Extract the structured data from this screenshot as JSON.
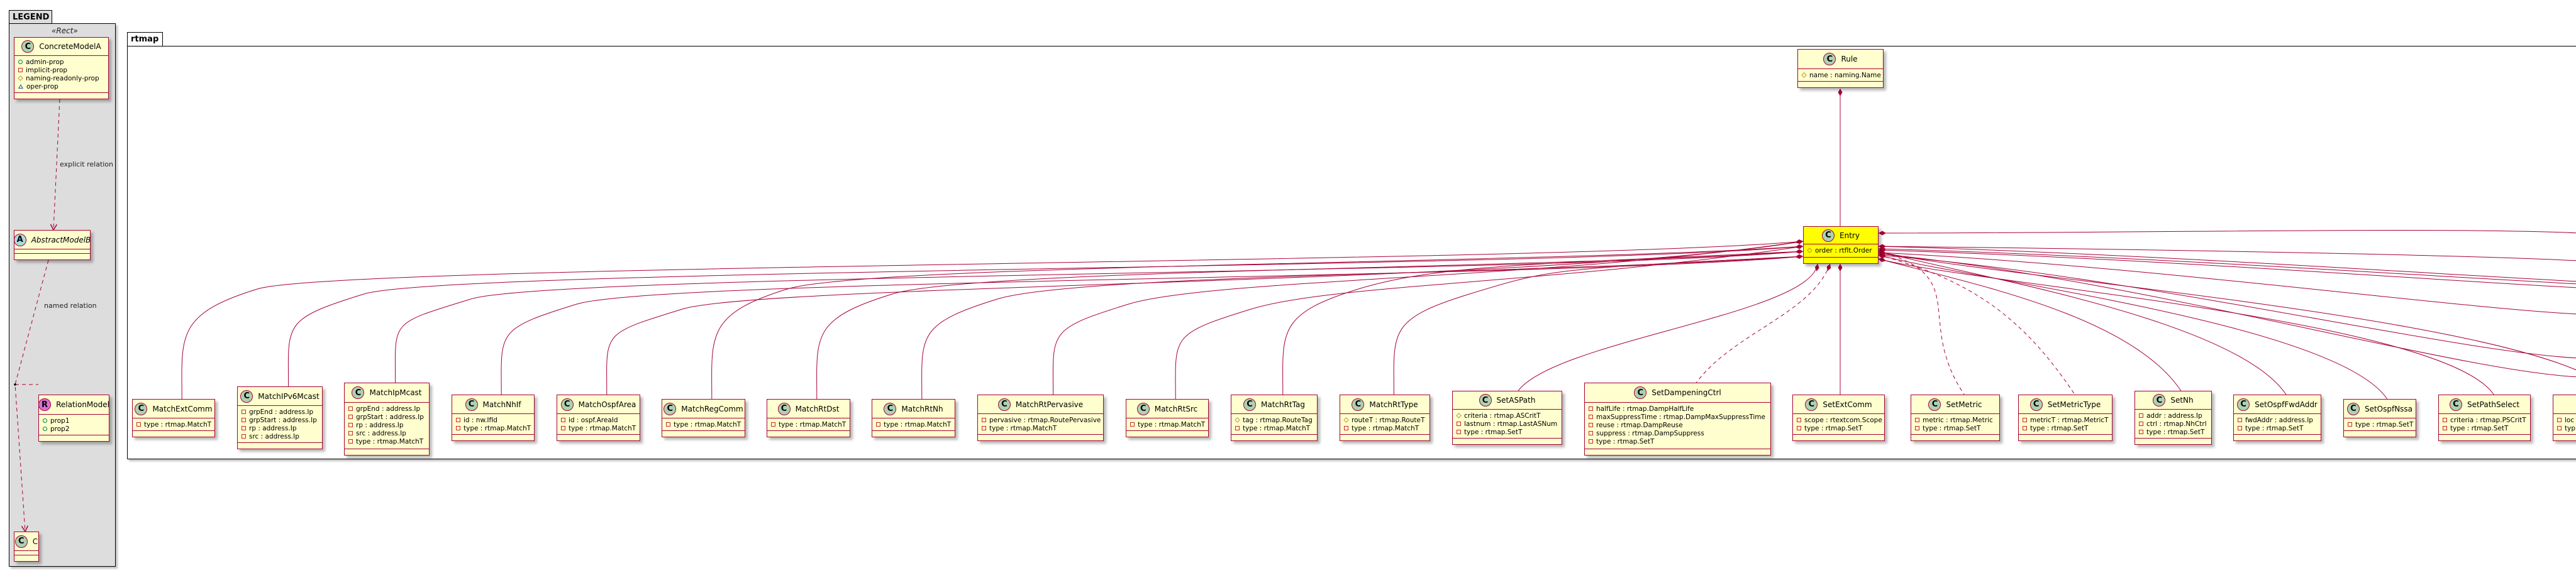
{
  "legend": {
    "package_label": "LEGEND",
    "stereotype": "«Rect»",
    "concrete_model": {
      "name": "ConcreteModelA",
      "kind": "C",
      "attrs": [
        {
          "vis": "circle",
          "text": "admin-prop"
        },
        {
          "vis": "square",
          "text": "implicit-prop"
        },
        {
          "vis": "diamond",
          "text": "naming-readonly-prop"
        },
        {
          "vis": "triangle",
          "text": "oper-prop"
        }
      ]
    },
    "abstract_model": {
      "name": "AbstractModelB",
      "kind": "A"
    },
    "relation_model": {
      "name": "RelationModel",
      "kind": "R",
      "attrs": [
        {
          "vis": "circle",
          "text": "prop1"
        },
        {
          "vis": "circle",
          "text": "prop2"
        }
      ]
    },
    "c_model": {
      "name": "C",
      "kind": "C"
    },
    "explicit_relation_label": "explicit relation",
    "named_relation_label": "named relation"
  },
  "rtmap": {
    "package_label": "rtmap",
    "rule": {
      "name": "Rule",
      "kind": "C",
      "attrs": [
        {
          "vis": "diamond",
          "text": "name : naming.Name"
        }
      ]
    },
    "entry": {
      "name": "Entry",
      "kind": "C",
      "highlight": "#FFFF00",
      "attrs": [
        {
          "vis": "diamond",
          "text": "order : rtflt.Order"
        }
      ]
    },
    "classes": [
      {
        "name": "MatchExtComm",
        "attrs": [
          {
            "vis": "square",
            "text": "type : rtmap.MatchT"
          }
        ]
      },
      {
        "name": "MatchIPv6Mcast",
        "attrs": [
          {
            "vis": "square",
            "text": "grpEnd : address.Ip"
          },
          {
            "vis": "square",
            "text": "grpStart : address.Ip"
          },
          {
            "vis": "square",
            "text": "rp : address.Ip"
          },
          {
            "vis": "square",
            "text": "src : address.Ip"
          }
        ]
      },
      {
        "name": "MatchIpMcast",
        "attrs": [
          {
            "vis": "square",
            "text": "grpEnd : address.Ip"
          },
          {
            "vis": "square",
            "text": "grpStart : address.Ip"
          },
          {
            "vis": "square",
            "text": "rp : address.Ip"
          },
          {
            "vis": "square",
            "text": "src : address.Ip"
          },
          {
            "vis": "square",
            "text": "type : rtmap.MatchT"
          }
        ]
      },
      {
        "name": "MatchNhIf",
        "attrs": [
          {
            "vis": "square",
            "text": "id : nw.IfId"
          },
          {
            "vis": "square",
            "text": "type : rtmap.MatchT"
          }
        ]
      },
      {
        "name": "MatchOspfArea",
        "attrs": [
          {
            "vis": "square",
            "text": "id : ospf.AreaId"
          },
          {
            "vis": "square",
            "text": "type : rtmap.MatchT"
          }
        ]
      },
      {
        "name": "MatchRegComm",
        "attrs": [
          {
            "vis": "square",
            "text": "type : rtmap.MatchT"
          }
        ]
      },
      {
        "name": "MatchRtDst",
        "attrs": [
          {
            "vis": "square",
            "text": "type : rtmap.MatchT"
          }
        ]
      },
      {
        "name": "MatchRtNh",
        "attrs": [
          {
            "vis": "square",
            "text": "type : rtmap.MatchT"
          }
        ]
      },
      {
        "name": "MatchRtPervasive",
        "attrs": [
          {
            "vis": "square",
            "text": "pervasive : rtmap.RoutePervasive"
          },
          {
            "vis": "square",
            "text": "type : rtmap.MatchT"
          }
        ]
      },
      {
        "name": "MatchRtSrc",
        "attrs": [
          {
            "vis": "square",
            "text": "type : rtmap.MatchT"
          }
        ]
      },
      {
        "name": "MatchRtTag",
        "attrs": [
          {
            "vis": "diamond",
            "text": "tag : rtmap.RouteTag"
          },
          {
            "vis": "square",
            "text": "type : rtmap.MatchT"
          }
        ]
      },
      {
        "name": "MatchRtType",
        "attrs": [
          {
            "vis": "diamond",
            "text": "routeT : rtmap.RouteT"
          },
          {
            "vis": "square",
            "text": "type : rtmap.MatchT"
          }
        ]
      },
      {
        "name": "SetASPath",
        "attrs": [
          {
            "vis": "diamond",
            "text": "criteria : rtmap.ASCritT"
          },
          {
            "vis": "square",
            "text": "lastnum : rtmap.LastASNum"
          },
          {
            "vis": "square",
            "text": "type : rtmap.SetT"
          }
        ]
      },
      {
        "name": "SetDampeningCtrl",
        "attrs": [
          {
            "vis": "square",
            "text": "halfLife : rtmap.DampHalfLife"
          },
          {
            "vis": "square",
            "text": "maxSuppressTime : rtmap.DampMaxSuppressTime"
          },
          {
            "vis": "square",
            "text": "reuse : rtmap.DampReuse"
          },
          {
            "vis": "square",
            "text": "suppress : rtmap.DampSuppress"
          },
          {
            "vis": "square",
            "text": "type : rtmap.SetT"
          }
        ]
      },
      {
        "name": "SetExtComm",
        "attrs": [
          {
            "vis": "square",
            "text": "scope : rtextcom.Scope"
          },
          {
            "vis": "square",
            "text": "type : rtmap.SetT"
          }
        ]
      },
      {
        "name": "SetMetric",
        "attrs": [
          {
            "vis": "square",
            "text": "metric : rtmap.Metric"
          },
          {
            "vis": "square",
            "text": "type : rtmap.SetT"
          }
        ]
      },
      {
        "name": "SetMetricType",
        "attrs": [
          {
            "vis": "square",
            "text": "metricT : rtmap.MetricT"
          },
          {
            "vis": "square",
            "text": "type : rtmap.SetT"
          }
        ]
      },
      {
        "name": "SetNh",
        "attrs": [
          {
            "vis": "square",
            "text": "addr : address.Ip"
          },
          {
            "vis": "square",
            "text": "ctrl : rtmap.NhCtrl"
          },
          {
            "vis": "square",
            "text": "type : rtmap.SetT"
          }
        ]
      },
      {
        "name": "SetOspfFwdAddr",
        "attrs": [
          {
            "vis": "square",
            "text": "fwdAddr : address.Ip"
          },
          {
            "vis": "square",
            "text": "type : rtmap.SetT"
          }
        ]
      },
      {
        "name": "SetOspfNssa",
        "attrs": [
          {
            "vis": "square",
            "text": "type : rtmap.SetT"
          }
        ]
      },
      {
        "name": "SetPathSelect",
        "attrs": [
          {
            "vis": "square",
            "text": "criteria : rtmap.PSCritT"
          },
          {
            "vis": "square",
            "text": "type : rtmap.SetT"
          }
        ]
      },
      {
        "name": "",
        "attrs": [
          {
            "vis": "square",
            "text": "loc"
          },
          {
            "vis": "square",
            "text": "typ"
          }
        ]
      }
    ]
  },
  "colors": {
    "border": "#A80036",
    "class_fill": "#FEFECE",
    "highlight": "#FFFF00",
    "legend_fill": "#DDDDDD",
    "edge": "#A80036"
  }
}
